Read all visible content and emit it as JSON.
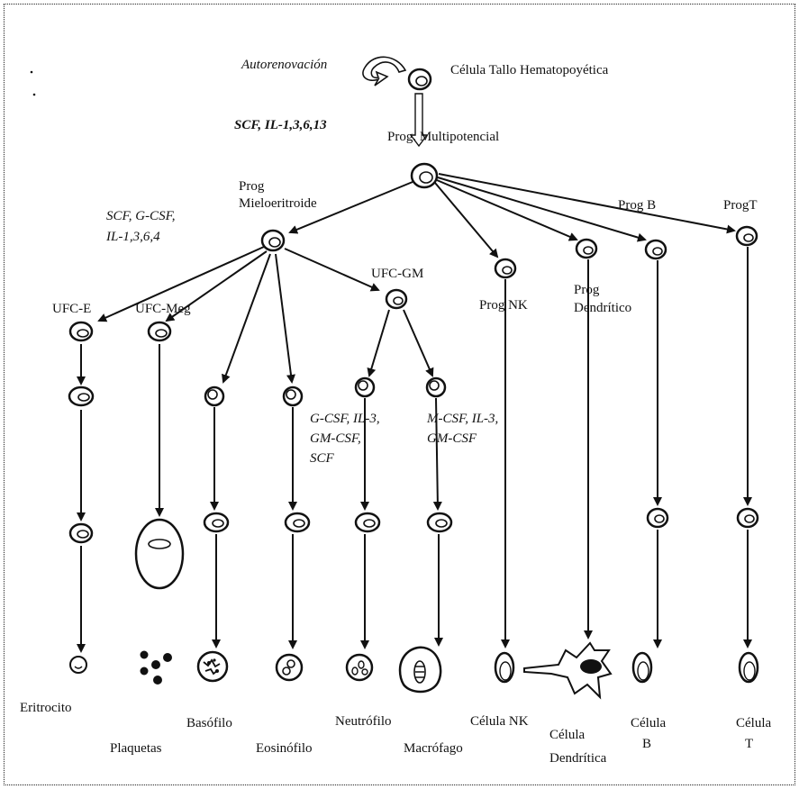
{
  "labels": {
    "autorenovacion": "Autorenovación",
    "celula_tallo": "Célula Tallo Hematopoyética",
    "factors_top": "SCF, IL-1,3,6,13",
    "prog_multipotencial": "Prog. Multipotencial",
    "prog_mieloeritroide_1": "Prog",
    "prog_mieloeritroide_2": "Mieloeritroide",
    "factors_mielo_1": "SCF, G-CSF,",
    "factors_mielo_2": "IL-1,3,6,4",
    "prog_b": "Prog B",
    "prog_t": "ProgT",
    "ufc_gm": "UFC-GM",
    "prog_nk": "Prog NK",
    "prog_dendritico_1": "Prog",
    "prog_dendritico_2": "Dendrítico",
    "ufc_e": "UFC-E",
    "ufc_meg": "UFC-Meg",
    "factors_gcsf_1": "G-CSF, IL-3,",
    "factors_gcsf_2": "GM-CSF,",
    "factors_gcsf_3": "SCF",
    "factors_mcsf_1": "M-CSF, IL-3,",
    "factors_mcsf_2": "GM-CSF",
    "eritrocito": "Eritrocito",
    "plaquetas": "Plaquetas",
    "basofilo": "Basófilo",
    "eosinofilo": "Eosinófilo",
    "neutrofilo": "Neutrófilo",
    "macrofago": "Macrófago",
    "celula_nk": "Célula NK",
    "celula_dendritica_1": "Célula",
    "celula_dendritica_2": "Dendrítica",
    "celula_b_1": "Célula",
    "celula_b_2": "B",
    "celula_t_1": "Célula",
    "celula_t_2": "T"
  }
}
